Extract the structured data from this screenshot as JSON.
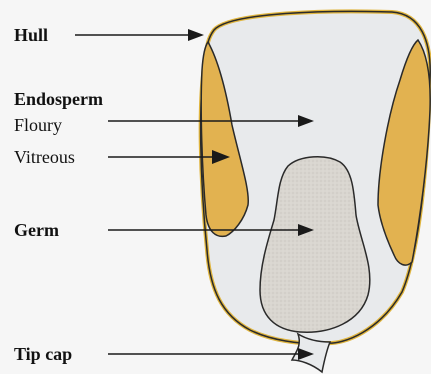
{
  "labels": {
    "hull": "Hull",
    "endosperm": "Endosperm",
    "floury": "Floury",
    "vitreous": "Vitreous",
    "germ": "Germ",
    "tip_cap": "Tip cap"
  },
  "colors": {
    "background": "#f6f6f6",
    "hull_outline": "#e0b53e",
    "kernel_fill": "#e8eaec",
    "vitreous_fill": "#e2b250",
    "germ_fill": "#d9d6d0",
    "outline": "#2a2a2a",
    "arrow": "#1a1a1a"
  }
}
